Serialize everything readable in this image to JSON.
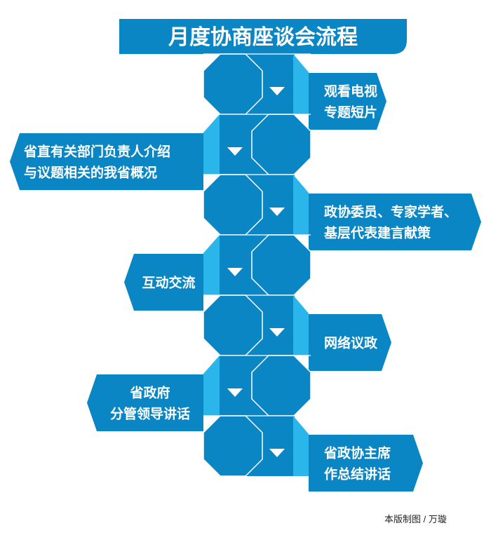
{
  "title": "月度协商座谈会流程",
  "steps": [
    {
      "side": "right",
      "lines": [
        "观看电视",
        "专题短片"
      ]
    },
    {
      "side": "left",
      "lines": [
        "省直有关部门负责人介绍",
        "与议题相关的我省概况"
      ]
    },
    {
      "side": "right",
      "lines": [
        "政协委员、专家学者、",
        "基层代表建言献策"
      ]
    },
    {
      "side": "left",
      "lines": [
        "互动交流"
      ]
    },
    {
      "side": "right",
      "lines": [
        "网络议政"
      ]
    },
    {
      "side": "left",
      "lines": [
        "省政府",
        "分管领导讲话"
      ]
    },
    {
      "side": "right",
      "lines": [
        "省政协主席",
        "作总结讲话"
      ]
    }
  ],
  "credit": "本版制图 / 万璇",
  "colors": {
    "dark": "#0a86c4",
    "light": "#2ab6ea",
    "outline": "#ffffff"
  }
}
